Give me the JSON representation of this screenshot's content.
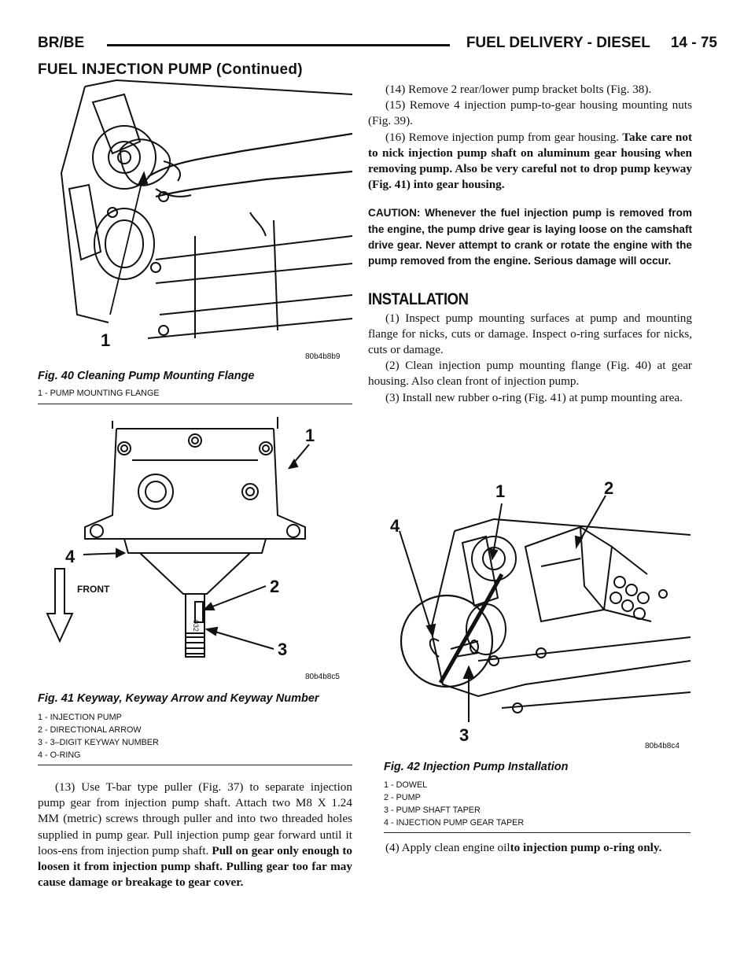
{
  "header": {
    "left": "BR/BE",
    "section": "FUEL DELIVERY - DIESEL",
    "page": "14 - 75"
  },
  "subheader": "FUEL INJECTION PUMP (Continued)",
  "fig40": {
    "callouts": [
      "1"
    ],
    "code": "80b4b8b9",
    "caption": "Fig. 40 Cleaning Pump Mounting Flange",
    "legend": [
      "1 - PUMP MOUNTING FLANGE"
    ]
  },
  "fig41": {
    "callouts": [
      "1",
      "2",
      "3",
      "4"
    ],
    "front_label": "FRONT",
    "keyway_number": "032",
    "code": "80b4b8c5",
    "caption": "Fig. 41 Keyway, Keyway Arrow and Keyway Number",
    "legend": [
      "1 - INJECTION PUMP",
      "2 - DIRECTIONAL ARROW",
      "3 - 3–DIGIT KEYWAY NUMBER",
      "4 - O-RING"
    ]
  },
  "fig42": {
    "callouts": [
      "1",
      "2",
      "3",
      "4"
    ],
    "code": "80b4b8c4",
    "caption": "Fig. 42 Injection Pump Installation",
    "legend": [
      "1 - DOWEL",
      "2 - PUMP",
      "3 - PUMP SHAFT TAPER",
      "4 - INJECTION PUMP GEAR TAPER"
    ]
  },
  "left_text": {
    "step13_plain": "(13) Use T-bar type puller (Fig. 37) to separate injection pump gear from injection pump shaft. Attach two M8 X 1.24 MM (metric) screws through puller and into two threaded holes supplied in pump gear. Pull injection pump gear forward until it loos-ens from injection pump shaft. ",
    "step13_bold": "Pull on gear only enough to loosen it from injection pump shaft. Pulling gear too far may cause damage or breakage to gear cover."
  },
  "right_text": {
    "step14": "(14) Remove 2 rear/lower pump bracket bolts (Fig. 38).",
    "step15": "(15) Remove 4 injection pump-to-gear housing mounting nuts (Fig. 39).",
    "step16_plain": "(16) Remove injection pump from gear housing. ",
    "step16_bold": "Take care not to nick injection pump shaft on aluminum gear housing when removing pump. Also be very careful not to drop pump keyway (Fig. 41) into gear housing.",
    "caution": "CAUTION: Whenever the fuel injection pump is removed from the engine, the pump drive gear is laying loose on the camshaft drive gear. Never attempt to crank or rotate the engine with the pump removed from the engine. Serious damage will occur.",
    "installation_title": "INSTALLATION",
    "inst1": "(1) Inspect pump mounting surfaces at pump and mounting flange for nicks, cuts or damage. Inspect o-ring surfaces for nicks, cuts or damage.",
    "inst2": "(2) Clean injection pump mounting flange (Fig. 40) at gear housing. Also clean front of injection pump.",
    "inst3": "(3) Install new rubber o-ring (Fig. 41) at pump mounting area.",
    "inst4_plain": "(4) Apply clean engine oil",
    "inst4_bold": "to injection pump o-ring only."
  }
}
